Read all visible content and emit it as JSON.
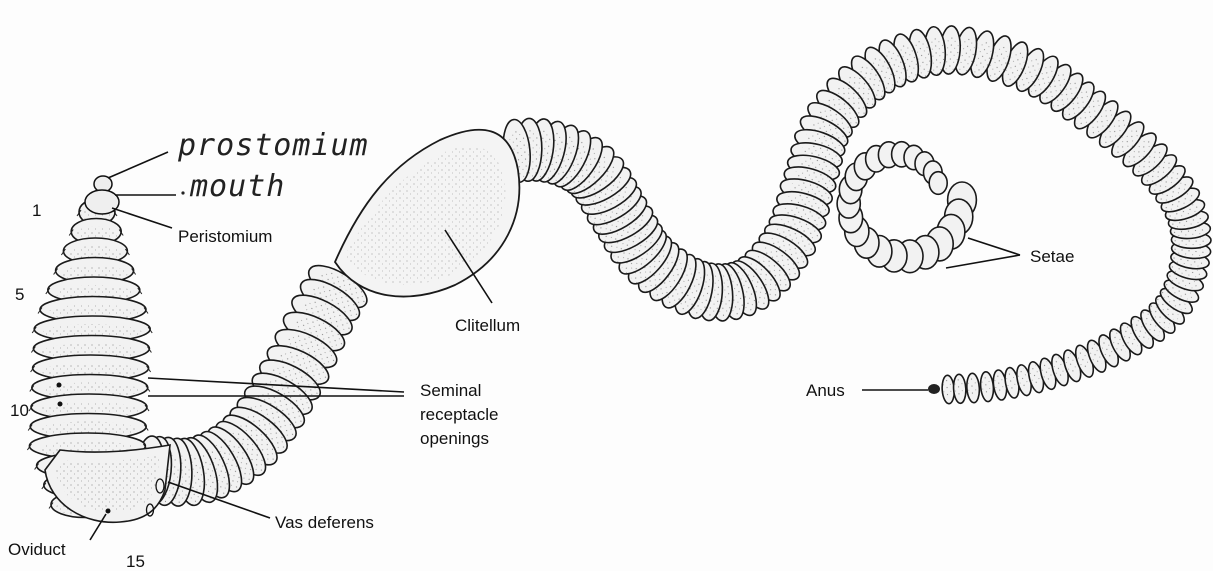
{
  "handwritten": {
    "prostomium": "prostomium",
    "mouth": "mouth"
  },
  "labels": {
    "peristomium": "Peristomium",
    "clitellum": "Clitellum",
    "setae": "Setae",
    "seminal_line1": "Seminal",
    "seminal_line2": "receptacle",
    "seminal_line3": "openings",
    "anus": "Anus",
    "vas_deferens": "Vas deferens",
    "oviduct": "Oviduct"
  },
  "segment_numbers": {
    "n1": "1",
    "n5": "5",
    "n10": "10",
    "n15": "15"
  }
}
